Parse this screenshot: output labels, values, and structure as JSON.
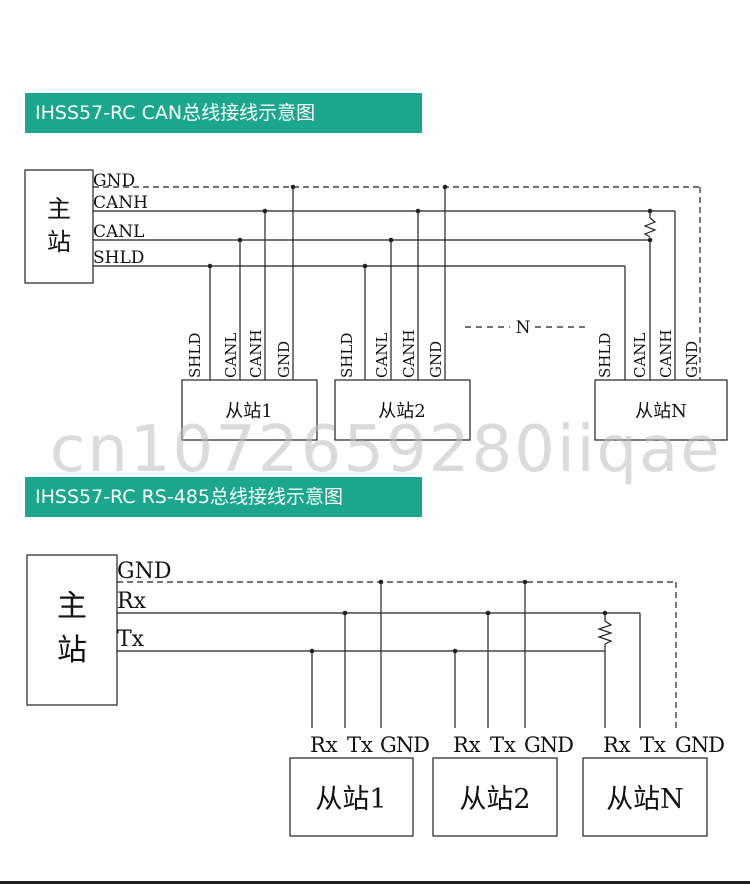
{
  "can": {
    "title": "IHSS57-RC  CAN总线接线示意图",
    "master": [
      "主",
      "站"
    ],
    "bus": [
      "GND",
      "CANH",
      "CANL",
      "SHLD"
    ],
    "slave_pins": [
      "SHLD",
      "CANL",
      "CANH",
      "GND"
    ],
    "slaves": [
      "从站1",
      "从站2",
      "从站N"
    ],
    "ellipsis": "N"
  },
  "rs485": {
    "title": "IHSS57-RC  RS-485总线接线示意图",
    "master": [
      "主",
      "站"
    ],
    "bus": [
      "GND",
      "Rx",
      "Tx"
    ],
    "slave_pins": [
      "Rx",
      "Tx",
      "GND"
    ],
    "slaves": [
      "从站1",
      "从站2",
      "从站N"
    ]
  },
  "watermark": "cn1072659280iiqae"
}
